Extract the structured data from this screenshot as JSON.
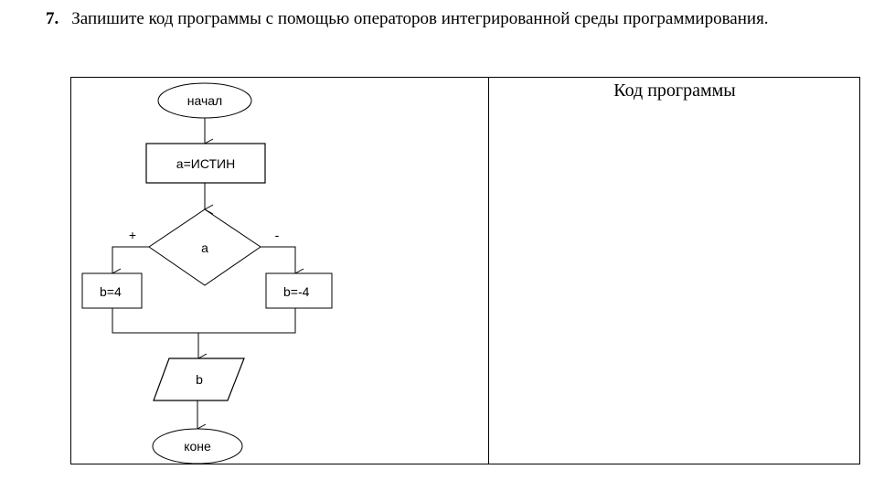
{
  "task": {
    "number": "7.",
    "text": "Запишите код программы с помощью операторов интегрированной среды программирования."
  },
  "table": {
    "code_heading": "Код программы"
  },
  "flowchart": {
    "start_label": "начал",
    "assign_label": "a=ИСТИН",
    "condition_label": "a",
    "yes_label": "+",
    "no_label": "-",
    "yes_branch_label": "b=4",
    "no_branch_label": "b=-4",
    "output_label": "b",
    "end_label": "коне"
  }
}
